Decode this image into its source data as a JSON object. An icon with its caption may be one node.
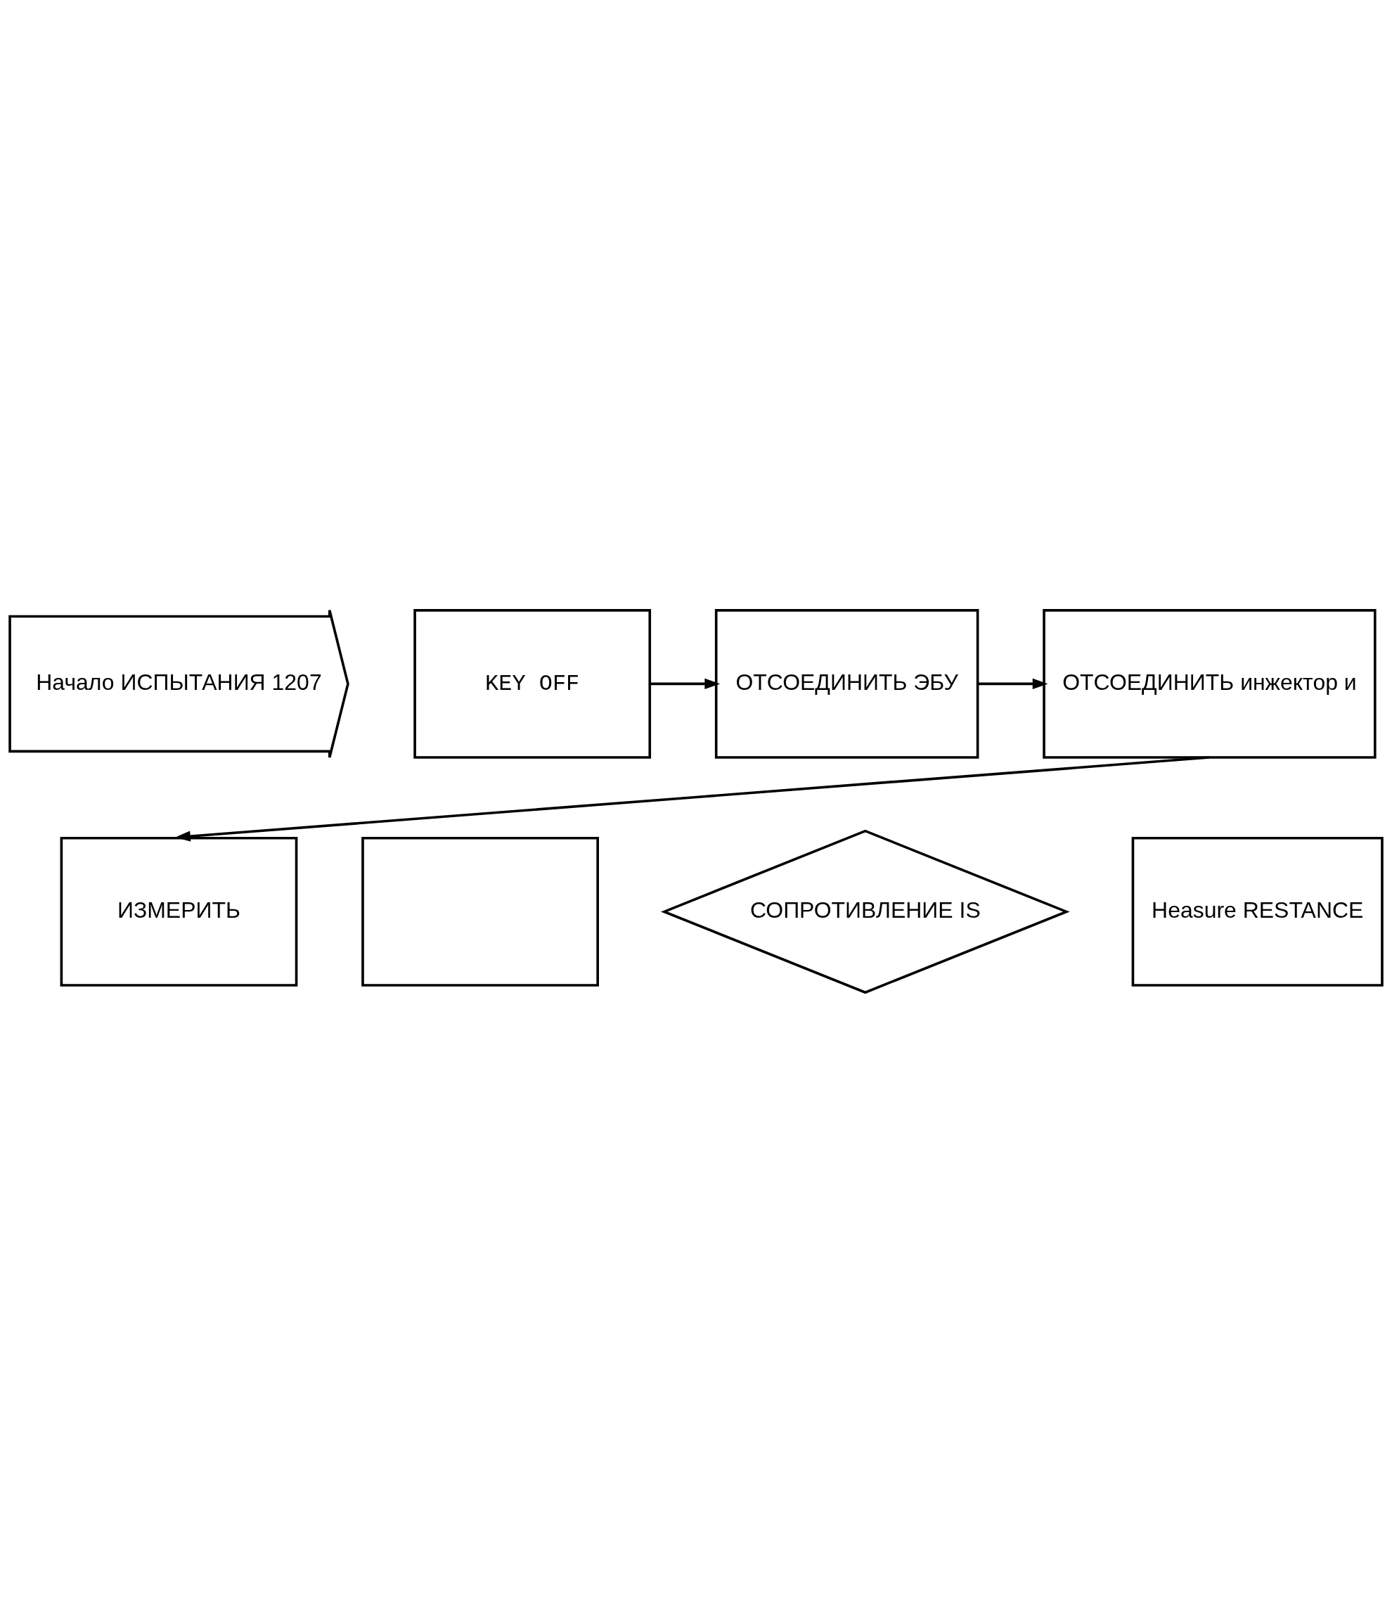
{
  "diagram": {
    "nodes": [
      {
        "text": [
          "Начало ИСПЫТАНИЯ 1207"
        ]
      },
      {
        "text": [
          "KEY OFF"
        ]
      },
      {
        "text": [
          "ОТСОЕДИНИТЬ ЭБУ"
        ]
      },
      {
        "text": [
          "ОТСОЕДИНИТЬ инжектор и"
        ]
      },
      {
        "text": [
          "ИЗМЕРИТЬ"
        ]
      },
      {
        "text": [],
        "shape": "box"
      },
      {
        "text": [
          "СОПРОТИВЛЕНИЕ IS"
        ]
      },
      {
        "text": [
          "Heasure RESTANCE"
        ]
      }
    ],
    "edges": [
      {
        "from": 1,
        "to": 2,
        "arrow": "to"
      },
      {
        "from": 2,
        "to": 3,
        "arrow": "to"
      },
      {
        "from": 3,
        "to": 4,
        "arrow": "to"
      }
    ]
  }
}
